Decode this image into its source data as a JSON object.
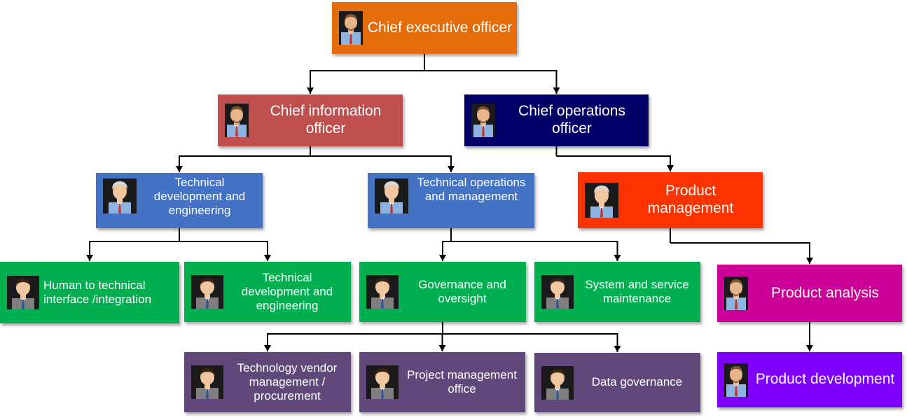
{
  "colors": {
    "orange": "#E46C0A",
    "red": "#C0504D",
    "navy": "#000066",
    "blue": "#4472C4",
    "redorange": "#FF3300",
    "green": "#00B050",
    "magenta": "#CC0099",
    "purple": "#60497A",
    "violet": "#7F00FF",
    "connector": "#000000"
  },
  "nodes": {
    "ceo": {
      "label": "Chief executive officer",
      "color": "orange",
      "icon": "manager-avatar-icon"
    },
    "cio": {
      "label": "Chief information officer",
      "color": "red",
      "icon": "manager-avatar-icon"
    },
    "coo": {
      "label": "Chief operations officer",
      "color": "navy",
      "icon": "manager-avatar-icon"
    },
    "tech_dev_eng": {
      "label": "Technical development and engineering",
      "color": "blue",
      "icon": "engineer-avatar-icon"
    },
    "tech_ops_mgmt": {
      "label": "Technical operations and management",
      "color": "blue",
      "icon": "engineer-avatar-icon"
    },
    "product_mgmt": {
      "label": "Product management",
      "color": "redorange",
      "icon": "engineer-avatar-icon"
    },
    "human_tech": {
      "label": "Human to technical interface /integration",
      "color": "green",
      "icon": "staff-avatar-icon"
    },
    "tech_dev_eng_2": {
      "label": "Technical development and engineering",
      "color": "green",
      "icon": "staff-avatar-icon"
    },
    "governance": {
      "label": "Governance  and oversight",
      "color": "green",
      "icon": "staff-avatar-icon"
    },
    "system_service": {
      "label": "System and service maintenance",
      "color": "green",
      "icon": "staff-avatar-icon"
    },
    "product_analysis": {
      "label": "Product analysis",
      "color": "magenta",
      "icon": "manager-avatar-icon"
    },
    "tech_vendor": {
      "label": "Technology vendor management / procurement",
      "color": "purple",
      "icon": "staff-avatar-icon"
    },
    "pmo": {
      "label": "Project management office",
      "color": "purple",
      "icon": "staff-avatar-icon"
    },
    "data_gov": {
      "label": "Data governance",
      "color": "purple",
      "icon": "staff-avatar-icon"
    },
    "product_dev": {
      "label": "Product development",
      "color": "violet",
      "icon": "manager-avatar-icon"
    }
  },
  "edges": [
    [
      "ceo",
      "cio"
    ],
    [
      "ceo",
      "coo"
    ],
    [
      "cio",
      "tech_dev_eng"
    ],
    [
      "cio",
      "tech_ops_mgmt"
    ],
    [
      "coo",
      "product_mgmt"
    ],
    [
      "tech_dev_eng",
      "human_tech"
    ],
    [
      "tech_dev_eng",
      "tech_dev_eng_2"
    ],
    [
      "tech_ops_mgmt",
      "governance"
    ],
    [
      "tech_ops_mgmt",
      "system_service"
    ],
    [
      "product_mgmt",
      "product_analysis"
    ],
    [
      "governance",
      "tech_vendor"
    ],
    [
      "governance",
      "pmo"
    ],
    [
      "governance",
      "data_gov"
    ],
    [
      "product_analysis",
      "product_dev"
    ]
  ]
}
